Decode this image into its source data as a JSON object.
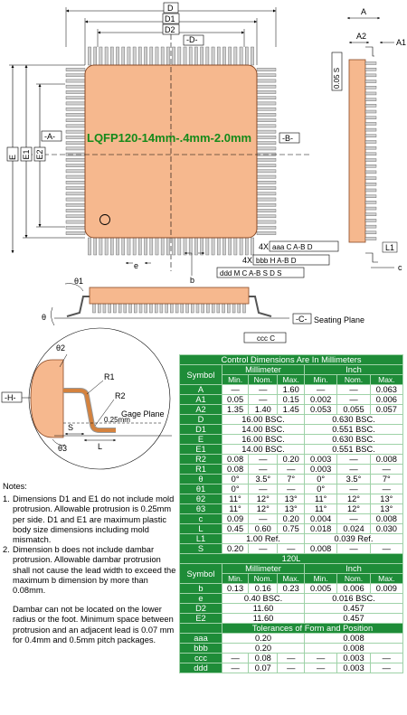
{
  "top_view": {
    "dim_labels": {
      "D": "D",
      "D1": "D1",
      "D2": "D2",
      "D_ref": "-D-",
      "E": "E",
      "E1": "E1",
      "E2": "E2",
      "A_ref": "-A-",
      "B_ref": "-B-",
      "e": "e",
      "b": "b"
    },
    "package_label": "LQFP120-14mm-.4mm-2.0mm",
    "fcf_rows": [
      {
        "prefix": "4X",
        "text": "aaa C A-B D"
      },
      {
        "prefix": "4X",
        "text": "bbb H A-B D"
      },
      {
        "prefix": "",
        "text": "ddd M C A-B S D S"
      }
    ]
  },
  "side_view_right": {
    "labels": {
      "A": "A",
      "A2": "A2",
      "A1": "A1",
      "coplanarity": "0.05 S",
      "L1": "L1",
      "c": "c"
    }
  },
  "front_view": {
    "labels": {
      "theta1": "θ1",
      "theta": "θ",
      "C_ref": "-C-",
      "seating_plane": "Seating Plane",
      "ccc": "ccc C"
    }
  },
  "detail_view": {
    "labels": {
      "theta2": "θ2",
      "H_ref": "-H-",
      "R1": "R1",
      "R2": "R2",
      "gauge_dim": "0.25mm",
      "gage_plane": "Gage Plane",
      "S": "S",
      "L": "L",
      "theta3": "θ3"
    }
  },
  "notes": {
    "title": "Notes:",
    "items": [
      {
        "num": "1.",
        "text": "Dimensions D1 and E1 do not include mold protrusion. Allowable protrusion is 0.25mm per side. D1 and E1 are maximum plastic body size dimensions including mold mismatch."
      },
      {
        "num": "2.",
        "text": "Dimension b does not include dambar protrusion. Allowable dambar protrusion shall not cause the lead width to exceed the maximum b dimension by more than 0.08mm."
      }
    ],
    "extra": "Dambar can not be located on the lower radius or the foot. Minimum space between protrusion and an adjacent lead is 0.07 mm for 0.4mm and 0.5mm pitch packages."
  },
  "table": {
    "title": "Control Dimensions Are In Millimeters",
    "symbol_header": "Symbol",
    "mm_header": "Millimeter",
    "inch_header": "Inch",
    "sub_headers": [
      "Min.",
      "Nom.",
      "Max.",
      "Min.",
      "Nom.",
      "Max."
    ],
    "rows": [
      {
        "sym": "A",
        "v": [
          "—",
          "—",
          "1.60",
          "—",
          "—",
          "0.063"
        ]
      },
      {
        "sym": "A1",
        "v": [
          "0.05",
          "—",
          "0.15",
          "0.002",
          "—",
          "0.006"
        ]
      },
      {
        "sym": "A2",
        "v": [
          "1.35",
          "1.40",
          "1.45",
          "0.053",
          "0.055",
          "0.057"
        ]
      },
      {
        "sym": "D",
        "mm": "16.00 BSC.",
        "inch": "0.630 BSC."
      },
      {
        "sym": "D1",
        "mm": "14.00 BSC.",
        "inch": "0.551 BSC."
      },
      {
        "sym": "E",
        "mm": "16.00 BSC.",
        "inch": "0.630 BSC."
      },
      {
        "sym": "E1",
        "mm": "14.00 BSC.",
        "inch": "0.551 BSC."
      },
      {
        "sym": "R2",
        "v": [
          "0.08",
          "—",
          "0.20",
          "0.003",
          "—",
          "0.008"
        ]
      },
      {
        "sym": "R1",
        "v": [
          "0.08",
          "—",
          "—",
          "0.003",
          "—",
          "—"
        ]
      },
      {
        "sym": "θ",
        "v": [
          "0°",
          "3.5°",
          "7°",
          "0°",
          "3.5°",
          "7°"
        ]
      },
      {
        "sym": "θ1",
        "v": [
          "0°",
          "—",
          "—",
          "0°",
          "—",
          "—"
        ]
      },
      {
        "sym": "θ2",
        "v": [
          "11°",
          "12°",
          "13°",
          "11°",
          "12°",
          "13°"
        ]
      },
      {
        "sym": "θ3",
        "v": [
          "11°",
          "12°",
          "13°",
          "11°",
          "12°",
          "13°"
        ]
      },
      {
        "sym": "c",
        "v": [
          "0.09",
          "—",
          "0.20",
          "0.004",
          "—",
          "0.008"
        ]
      },
      {
        "sym": "L",
        "v": [
          "0.45",
          "0.60",
          "0.75",
          "0.018",
          "0.024",
          "0.030"
        ]
      },
      {
        "sym": "L1",
        "mm": "1.00 Ref.",
        "inch": "0.039 Ref."
      },
      {
        "sym": "S",
        "v": [
          "0.20",
          "—",
          "—",
          "0.008",
          "—",
          "—"
        ]
      }
    ],
    "section2": "120L",
    "rows2": [
      {
        "sym": "b",
        "v": [
          "0.13",
          "0.16",
          "0.23",
          "0.005",
          "0.006",
          "0.009"
        ]
      },
      {
        "sym": "e",
        "mm": "0.40 BSC.",
        "inch": "0.016 BSC."
      },
      {
        "sym": "D2",
        "mm": "11.60",
        "inch": "0.457"
      },
      {
        "sym": "E2",
        "mm": "11.60",
        "inch": "0.457"
      }
    ],
    "section3": "Tolerances of Form and Position",
    "rows3": [
      {
        "sym": "aaa",
        "mm": "0.20",
        "inch": "0.008"
      },
      {
        "sym": "bbb",
        "mm": "0.20",
        "inch": "0.008"
      },
      {
        "sym": "ccc",
        "v": [
          "—",
          "0.08",
          "—",
          "—",
          "0.003",
          "—"
        ]
      },
      {
        "sym": "ddd",
        "v": [
          "—",
          "0.07",
          "—",
          "—",
          "0.003",
          "—"
        ]
      }
    ]
  },
  "colors": {
    "body": "#f6b88e",
    "body_stroke": "#8a4a26",
    "lead": "#d0d0d0",
    "title_green": "#158a1a",
    "table_green": "#1e8c38"
  }
}
